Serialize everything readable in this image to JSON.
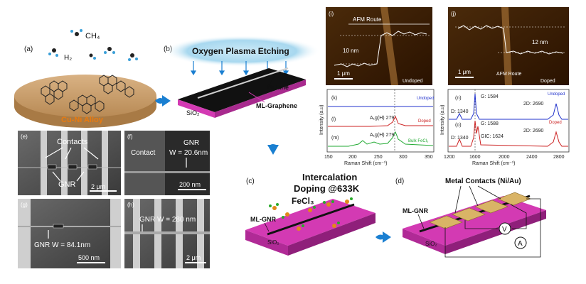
{
  "panel_a": {
    "label": "(a)",
    "ch4": "CH₄",
    "h2": "H₂",
    "substrate": "Cu-Ni Alloy"
  },
  "panel_b": {
    "label": "(b)",
    "title": "Oxygen Plasma Etching",
    "ni_line": "Ni Line",
    "graphene": "ML-Graphene",
    "substrate": "SiO₂"
  },
  "panel_c": {
    "label": "(c)",
    "title1": "Intercalation",
    "title2": "Doping @633K",
    "fecl3": "FeCl₃",
    "gnr": "ML-GNR",
    "substrate": "SiO₂"
  },
  "panel_d": {
    "label": "(d)",
    "contacts": "Metal Contacts (Ni/Au)",
    "gnr": "ML-GNR",
    "substrate": "SiO₂",
    "v": "V",
    "a": "A"
  },
  "panel_e": {
    "label": "(e)",
    "contacts": "Contacts",
    "gnr": "GNR",
    "scale": "2 μm"
  },
  "panel_f": {
    "label": "(f)",
    "contact": "Contact",
    "gnr": "GNR",
    "width": "W = 20.6nm",
    "scale": "200 nm"
  },
  "panel_g": {
    "label": "(g)",
    "width": "GNR W = 84.1nm",
    "scale": "500 nm"
  },
  "panel_h": {
    "label": "(h)",
    "width": "GNR W = 280 nm",
    "scale": "2 μm"
  },
  "panel_i": {
    "label": "(i)",
    "route": "AFM Route",
    "height": "10 nm",
    "scale": "1 μm",
    "state": "Undoped"
  },
  "panel_j": {
    "label": "(j)",
    "route": "AFM Route",
    "height": "12 nm",
    "scale": "1 μm",
    "state": "Doped"
  },
  "raman_left": {
    "ylabel": "Intensity (a.u)",
    "xlabel": "Raman Shift (cm⁻¹)",
    "xticks": [
      "150",
      "200",
      "250",
      "300",
      "350"
    ],
    "k": {
      "label": "(k)",
      "name": "Undoped",
      "color": "#2233cc"
    },
    "l": {
      "label": "(l)",
      "name": "Doped",
      "peak": "A₁g(H) 279",
      "color": "#cc2222"
    },
    "m": {
      "label": "(m)",
      "name": "Bulk FeCl₃",
      "peak": "A₁g(H) 279",
      "color": "#22aa33"
    }
  },
  "raman_right": {
    "ylabel": "Intensity (a.u)",
    "xlabel": "Raman Shift (cm⁻¹)",
    "xticks": [
      "1200",
      "1600",
      "2000",
      "2400",
      "2800"
    ],
    "n": {
      "label": "(n)",
      "name": "Undoped",
      "d": "D: 1340",
      "g": "G: 1584",
      "two_d": "2D: 2690",
      "color": "#2233cc"
    },
    "o": {
      "label": "(o)",
      "name": "Doped",
      "d": "D: 1340",
      "g": "G: 1588",
      "gic": "GIC: 1624",
      "two_d": "2D: 2690",
      "color": "#cc2222"
    }
  },
  "colors": {
    "substrate": "#c9a36e",
    "sio2": "#d33ab3",
    "arrow": "#1a7fd1",
    "gnr_block": "#d9b466"
  }
}
